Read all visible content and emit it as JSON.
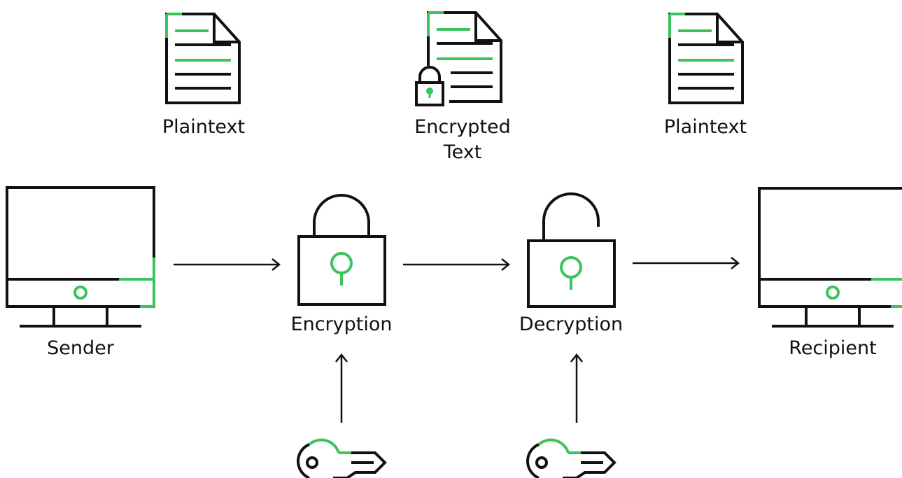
{
  "colors": {
    "ink": "#111111",
    "accent": "#3cc35b",
    "background": "#ffffff"
  },
  "top_row": {
    "left_document": {
      "label": "Plaintext",
      "icon": "document-icon"
    },
    "middle_document": {
      "label_line1": "Encrypted",
      "label_line2": "Text",
      "icon": "locked-document-icon"
    },
    "right_document": {
      "label": "Plaintext",
      "icon": "document-icon"
    }
  },
  "flow": {
    "sender": {
      "label": "Sender",
      "icon": "monitor-icon"
    },
    "encryption": {
      "label": "Encryption",
      "icon": "closed-padlock-icon"
    },
    "decryption": {
      "label": "Decryption",
      "icon": "open-padlock-icon"
    },
    "recipient": {
      "label": "Recipient",
      "icon": "monitor-icon"
    }
  },
  "keys": {
    "encryption_key": {
      "icon": "key-icon"
    },
    "decryption_key": {
      "icon": "key-icon"
    }
  }
}
